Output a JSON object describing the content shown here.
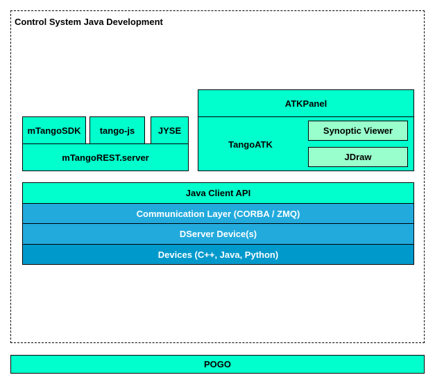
{
  "title": "Control System Java Development",
  "colors": {
    "teal": "#00ffcc",
    "mint": "#99ffcc",
    "blue_light": "#22aadd",
    "blue_dark": "#0099cc"
  },
  "components": {
    "mtangosdk": "mTangoSDK",
    "tango_js": "tango-js",
    "jyse": "JYSE",
    "mtangorest_server": "mTangoREST.server",
    "atkpanel": "ATKPanel",
    "tangoatk": "TangoATK",
    "synoptic_viewer": "Synoptic Viewer",
    "jdraw": "JDraw"
  },
  "stack": {
    "java_client_api": "Java Client API",
    "communication_layer": "Communication Layer (CORBA / ZMQ)",
    "dserver_devices": "DServer Device(s)",
    "devices": "Devices (C++, Java, Python)"
  },
  "pogo": "POGO"
}
